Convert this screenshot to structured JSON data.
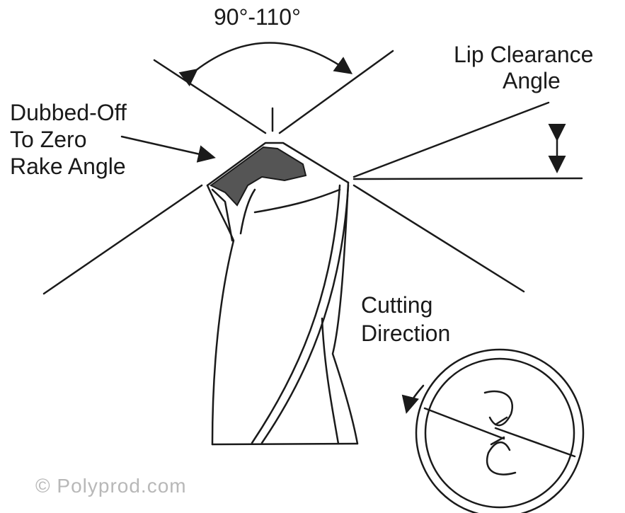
{
  "labels": {
    "angle_range": "90°-110°",
    "lip_clearance_line1": "Lip Clearance",
    "lip_clearance_line2": "Angle",
    "dubbed_line1": "Dubbed-Off",
    "dubbed_line2": "To Zero",
    "dubbed_line3": "Rake Angle",
    "cutting_line1": "Cutting",
    "cutting_line2": "Direction"
  },
  "watermark": "© Polyprod.com",
  "colors": {
    "ink": "#1a1a1a",
    "shading": "#555555",
    "watermark": "#b8b8b8",
    "background": "#ffffff"
  }
}
